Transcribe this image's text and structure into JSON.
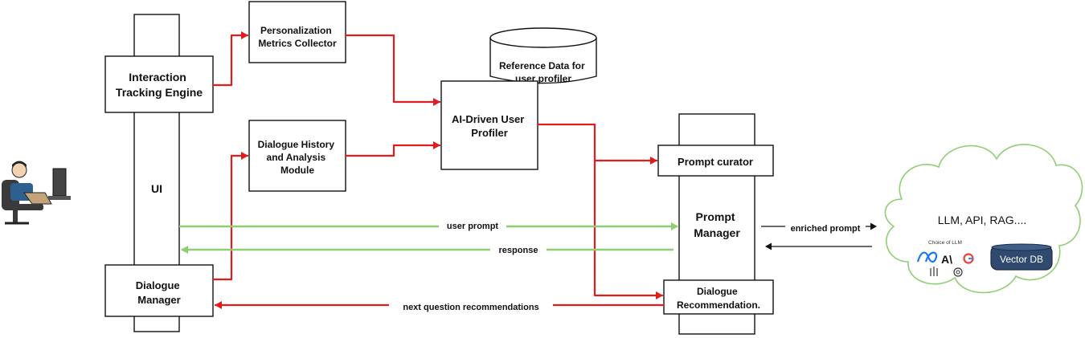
{
  "nodes": {
    "personalization": [
      "Personalization",
      "Metrics Collector"
    ],
    "interaction": [
      "Interaction",
      "Tracking Engine"
    ],
    "reference": [
      "Reference Data for",
      "user profiler"
    ],
    "profiler": [
      "AI-Driven User",
      "Profiler"
    ],
    "dialogue_history": [
      "Dialogue History",
      "and Analysis",
      "Module"
    ],
    "ui": "UI",
    "dialogue_manager": [
      "Dialogue",
      "Manager"
    ],
    "prompt_curator": "Prompt curator",
    "prompt_manager": [
      "Prompt",
      "Manager"
    ],
    "dialogue_recommendation": [
      "Dialogue",
      "Recommendation."
    ],
    "llm": "LLM, API, RAG....",
    "choice_llm": "Choice of  LLM",
    "vector_db": "Vector DB"
  },
  "edges": {
    "user_prompt": "user prompt",
    "response": "response",
    "enriched_prompt": "enriched prompt",
    "next_question": "next question recommendations"
  },
  "colors": {
    "flow_red": "#e21c1c",
    "flow_green": "#8fce74",
    "cloud_stroke": "#8fce74",
    "vector_db_fill": "#2f4a6e"
  },
  "icons": [
    "person-at-computer-icon",
    "meta-logo-icon",
    "anthropic-logo-icon",
    "google-logo-icon",
    "llama-logo-icon",
    "openai-logo-icon"
  ]
}
